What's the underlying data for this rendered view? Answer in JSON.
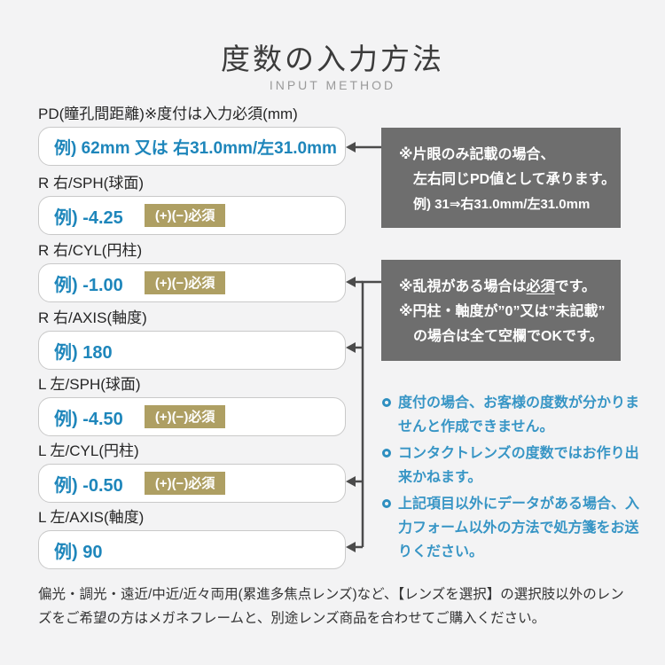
{
  "header": {
    "title": "度数の入力方法",
    "subtitle": "INPUT METHOD"
  },
  "fields": [
    {
      "label": "PD(瞳孔間距離)※度付は入力必須(mm)",
      "example": "例) 62mm 又は 右31.0mm/左31.0mm",
      "badge": ""
    },
    {
      "label": "R 右/SPH(球面)",
      "example": "例) -4.25",
      "badge": "(+)(−)必須"
    },
    {
      "label": "R 右/CYL(円柱)",
      "example": "例) -1.00",
      "badge": "(+)(−)必須"
    },
    {
      "label": "R 右/AXIS(軸度)",
      "example": "例) 180",
      "badge": ""
    },
    {
      "label": "L 左/SPH(球面)",
      "example": "例) -4.50",
      "badge": "(+)(−)必須"
    },
    {
      "label": "L 左/CYL(円柱)",
      "example": "例) -0.50",
      "badge": "(+)(−)必須"
    },
    {
      "label": "L 左/AXIS(軸度)",
      "example": "例) 90",
      "badge": ""
    }
  ],
  "pd_callout": {
    "line1": "※片眼のみ記載の場合、",
    "line2": "左右同じPD値として承ります。",
    "line3": "例) 31⇒右31.0mm/左31.0mm"
  },
  "cyl_callout": {
    "line1_pre": "※乱視がある場合は",
    "line1_underlined": "必須",
    "line1_post": "です。",
    "line2": "※円柱・軸度が”0”又は”未記載”",
    "line3": "の場合は全て空欄でOKです。"
  },
  "notes": [
    "度付の場合、お客様の度数が分かりませんと作成できません。",
    "コンタクトレンズの度数ではお作り出来かねます。",
    "上記項目以外にデータがある場合、入力フォーム以外の方法で処方箋をお送りください。"
  ],
  "footer": "偏光・調光・遠近/中近/近々両用(累進多焦点レンズ)など、【レンズを選択】の選択肢以外のレンズをご希望の方はメガネフレームと、別途レンズ商品を合わせてご購入ください。",
  "colors": {
    "background": "#f3f3f4",
    "example_blue": "#1e86bb",
    "note_blue": "#3795c5",
    "badge_gold": "#ae9f63",
    "callout_gray": "#6e6e6e",
    "arrow_gray": "#4b4b4b"
  }
}
